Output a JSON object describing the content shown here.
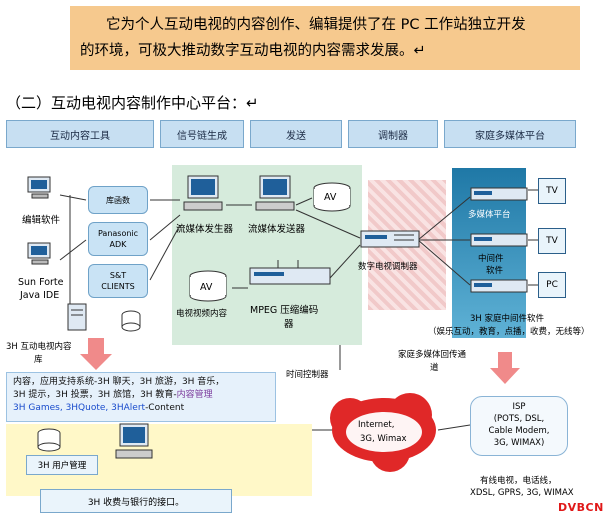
{
  "banner": {
    "line1": "它为个人互动电视的内容创作、编辑提供了在 PC 工作站独立开发",
    "line2": "的环境，可极大推动数字互动电视的内容需求发展。↵"
  },
  "section_title": "（二）互动电视内容制作中心平台：↵",
  "headers": [
    "互动内容工具",
    "信号链生成",
    "发送",
    "调制器",
    "家庭多媒体平台"
  ],
  "left": {
    "edit_software": "编辑软件",
    "sun_forte_1": "Sun Forte",
    "sun_forte_2": "Java IDE",
    "lib_label": "3H 互动电视内容",
    "lib_label2": "库",
    "box_lib": "库函数",
    "box_panasonic_1": "Panasonic",
    "box_panasonic_2": "ADK",
    "box_st_1": "S&T",
    "box_st_2": "CLIENTS"
  },
  "middle": {
    "stream_gen": "流媒体发生器",
    "stream_send": "流媒体发送器",
    "av1": "AV",
    "av2": "AV",
    "video_content": "电视视频内容",
    "mpeg_1": "MPEG 压缩编码",
    "mpeg_2": "器",
    "time_ctrl": "时间控制器",
    "modulator": "数字电视调制器"
  },
  "right": {
    "mm_platform": "多媒体平台",
    "middleware_1": "中间件",
    "middleware_2": "软件",
    "family_sw": "3H 家庭中间件软件",
    "family_sw2": "（娱乐互动，教育，点播，收费，无线等）",
    "tv1": "TV",
    "tv2": "TV",
    "pc": "PC",
    "return_1": "家庭多媒体回传通",
    "return_2": "道"
  },
  "content_box": {
    "line1a": "内容，应用支持系统-3H 聊天，3H 旅游，3H 音乐，",
    "line2a": "3H 提示，3H 投票，3H 旅馆，3H 教育-",
    "line2b": "内容管理",
    "line3a": "3H Games, ",
    "line3b": "3HQuote, ",
    "line3c": "3HAlert",
    "line3d": "-Content"
  },
  "bottom": {
    "user_mgmt": "3H 用户管理",
    "payment": "3H 收费与银行的接口。",
    "internet_1": "Internet,",
    "internet_2": "3G, Wimax",
    "isp_1": "ISP",
    "isp_2": "(POTS, DSL,",
    "isp_3": "Cable Modem,",
    "isp_4": "3G, WIMAX)",
    "wired_1": "有线电视，电话线，",
    "wired_2": "XDSL, GPRS, 3G, WIMAX",
    "logo": "DVBCN"
  },
  "colors": {
    "banner_bg": "#f6c98e",
    "header_bg": "#c7dff2",
    "green_zone": "#cfe8d6",
    "blue_bar": "#1f78a6",
    "arrow_red": "#f08a8a",
    "cloud_red": "#e02828",
    "logo_red": "#e01818"
  }
}
